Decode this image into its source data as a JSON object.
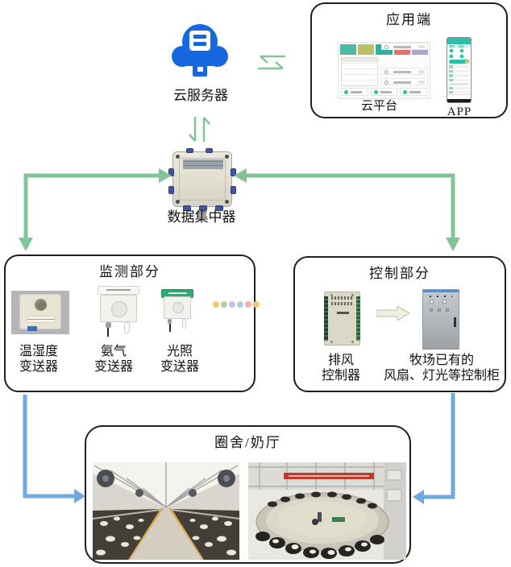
{
  "colors": {
    "arrow_green": "#82c495",
    "arrow_blue": "#70a9db",
    "cloud_blue": "#1667e0",
    "teal": "#2abfa8",
    "box_border": "#1f1f1f"
  },
  "cloud_server": {
    "label": "云服务器"
  },
  "application": {
    "title": "应用端",
    "platform_label": "云平台",
    "app_label": "APP",
    "platform_tile_colors": [
      "#4db8a6",
      "#b9c06b",
      "#35ae9e",
      "#e4716e",
      "#a9a7c9"
    ]
  },
  "concentrator": {
    "label": "数据集中器"
  },
  "monitoring": {
    "title": "监测部分",
    "sensors": [
      {
        "line1": "温湿度",
        "line2": "变送器"
      },
      {
        "line1": "氨气",
        "line2": "变送器"
      },
      {
        "line1": "光照",
        "line2": "变送器"
      }
    ],
    "ellipsis_dot_colors": [
      "#ecc96a",
      "#afd3a2",
      "#c9bfe2",
      "#a9cbe8",
      "#f2b2a0",
      "#ecc96a"
    ]
  },
  "control": {
    "title": "控制部分",
    "controller": {
      "line1": "排风",
      "line2": "控制器"
    },
    "cabinet": {
      "line1": "牧场已有的",
      "line2": "风扇、灯光等控制柜"
    }
  },
  "barn": {
    "title": "圈舍/奶厅"
  }
}
